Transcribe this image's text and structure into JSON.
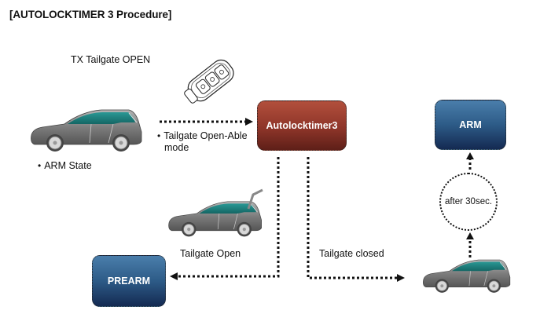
{
  "title": "[AUTOLOCKTIMER 3 Procedure]",
  "labels": {
    "tx_tailgate_open": "TX Tailgate OPEN",
    "arm_state": "ARM State",
    "tailgate_open_able": "Tailgate Open-Able",
    "tailgate_open_able_2": "mode",
    "tailgate_open": "Tailgate Open",
    "tailgate_closed": "Tailgate closed"
  },
  "nodes": {
    "autolocktimer": "Autolocktimer3",
    "arm": "ARM",
    "prearm": "PREARM",
    "timer": "after 30sec."
  },
  "colors": {
    "autolocktimer_box": "#8e3529",
    "state_box": "#2d5b87",
    "car_glass": "#1b7a78",
    "car_body": "#7a7a7a"
  }
}
